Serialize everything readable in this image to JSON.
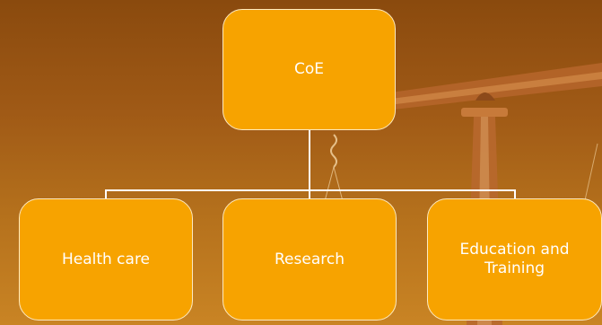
{
  "diagram": {
    "root": {
      "label": "CoE"
    },
    "children": [
      {
        "label": "Health care"
      },
      {
        "label": "Research"
      },
      {
        "label": "Education and Training"
      }
    ]
  },
  "colors": {
    "node_fill": "#f7a300",
    "node_border": "#fde9c0",
    "connector": "#ffffff",
    "background_top": "#8a4a0e",
    "background_bottom": "#c98424"
  }
}
